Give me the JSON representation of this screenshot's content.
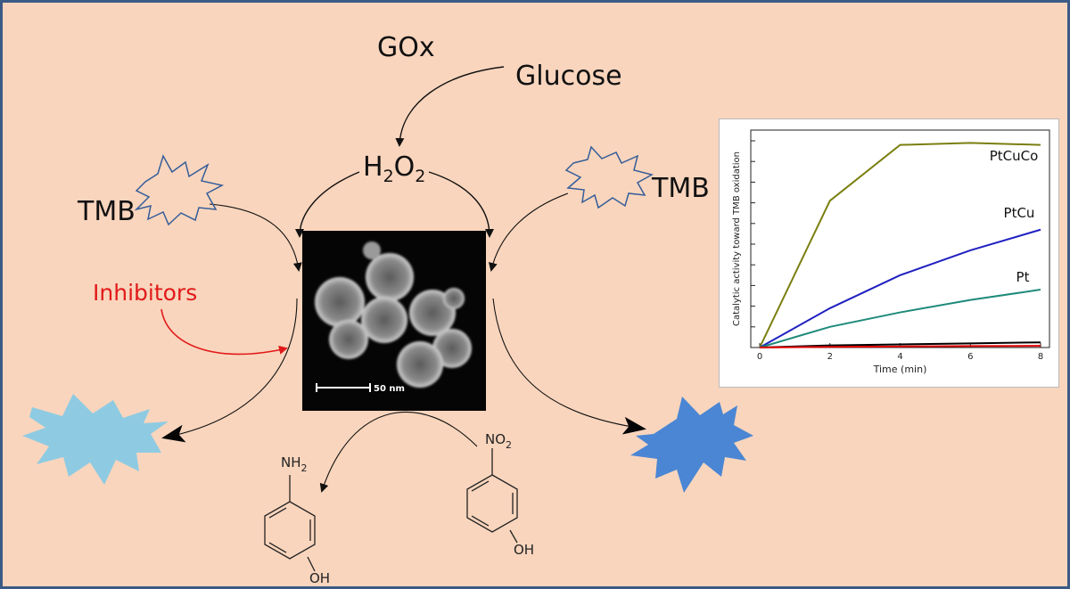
{
  "labels": {
    "gox": "GOx",
    "glucose": "Glucose",
    "h2o2": {
      "h1": "H",
      "s1": "2",
      "o": "O",
      "s2": "2"
    },
    "tmb_left": "TMB",
    "tmb_right": "TMB",
    "inhibitors": "Inhibitors",
    "nh2": {
      "n": "NH",
      "sub": "2"
    },
    "no2": {
      "n": "NO",
      "sub": "2"
    },
    "oh_left": "OH",
    "oh_right": "OH",
    "scale_bar": "50 nm"
  },
  "colors": {
    "background": "#f9d5bd",
    "border": "#3c5a86",
    "inhibitor_text": "#e11a1a",
    "inhibitor_arrow": "#e11a1a",
    "tmb_outline": "#355d99",
    "product_light": "#8ecbe2",
    "product_dark": "#4a86d4"
  },
  "icons": {
    "tmb_left": "tmb-burst-icon",
    "tmb_right": "tmb-burst-icon",
    "product_left": "oxidized-tmb-light-burst-icon",
    "product_right": "oxidized-tmb-dark-burst-icon"
  },
  "chart_data": {
    "type": "line",
    "title": "",
    "xlabel": "Time (min)",
    "ylabel": "Catalytic activity toward TMB oxidation",
    "xlim": [
      0,
      8
    ],
    "ylim": [
      0,
      1
    ],
    "x_ticks": [
      0,
      2,
      4,
      6,
      8
    ],
    "grid": false,
    "legend": "inline labels",
    "series": [
      {
        "name": "PtCuCo",
        "color": "#7a7f10",
        "x": [
          0,
          2,
          4,
          6,
          8
        ],
        "values": [
          0.0,
          0.71,
          0.98,
          0.99,
          0.98
        ]
      },
      {
        "name": "PtCu",
        "color": "#2020c0",
        "x": [
          0,
          2,
          4,
          6,
          8
        ],
        "values": [
          0.0,
          0.19,
          0.35,
          0.47,
          0.57
        ]
      },
      {
        "name": "Pt",
        "color": "#1e8a7a",
        "x": [
          0,
          2,
          4,
          6,
          8
        ],
        "values": [
          0.0,
          0.1,
          0.17,
          0.23,
          0.28
        ]
      },
      {
        "color": "#000000",
        "x": [
          0,
          2,
          4,
          6,
          8
        ],
        "values": [
          0.0,
          0.01,
          0.015,
          0.02,
          0.025
        ]
      },
      {
        "color": "#e00000",
        "x": [
          0,
          2,
          4,
          6,
          8
        ],
        "values": [
          0.0,
          0.003,
          0.005,
          0.007,
          0.008
        ]
      }
    ]
  }
}
